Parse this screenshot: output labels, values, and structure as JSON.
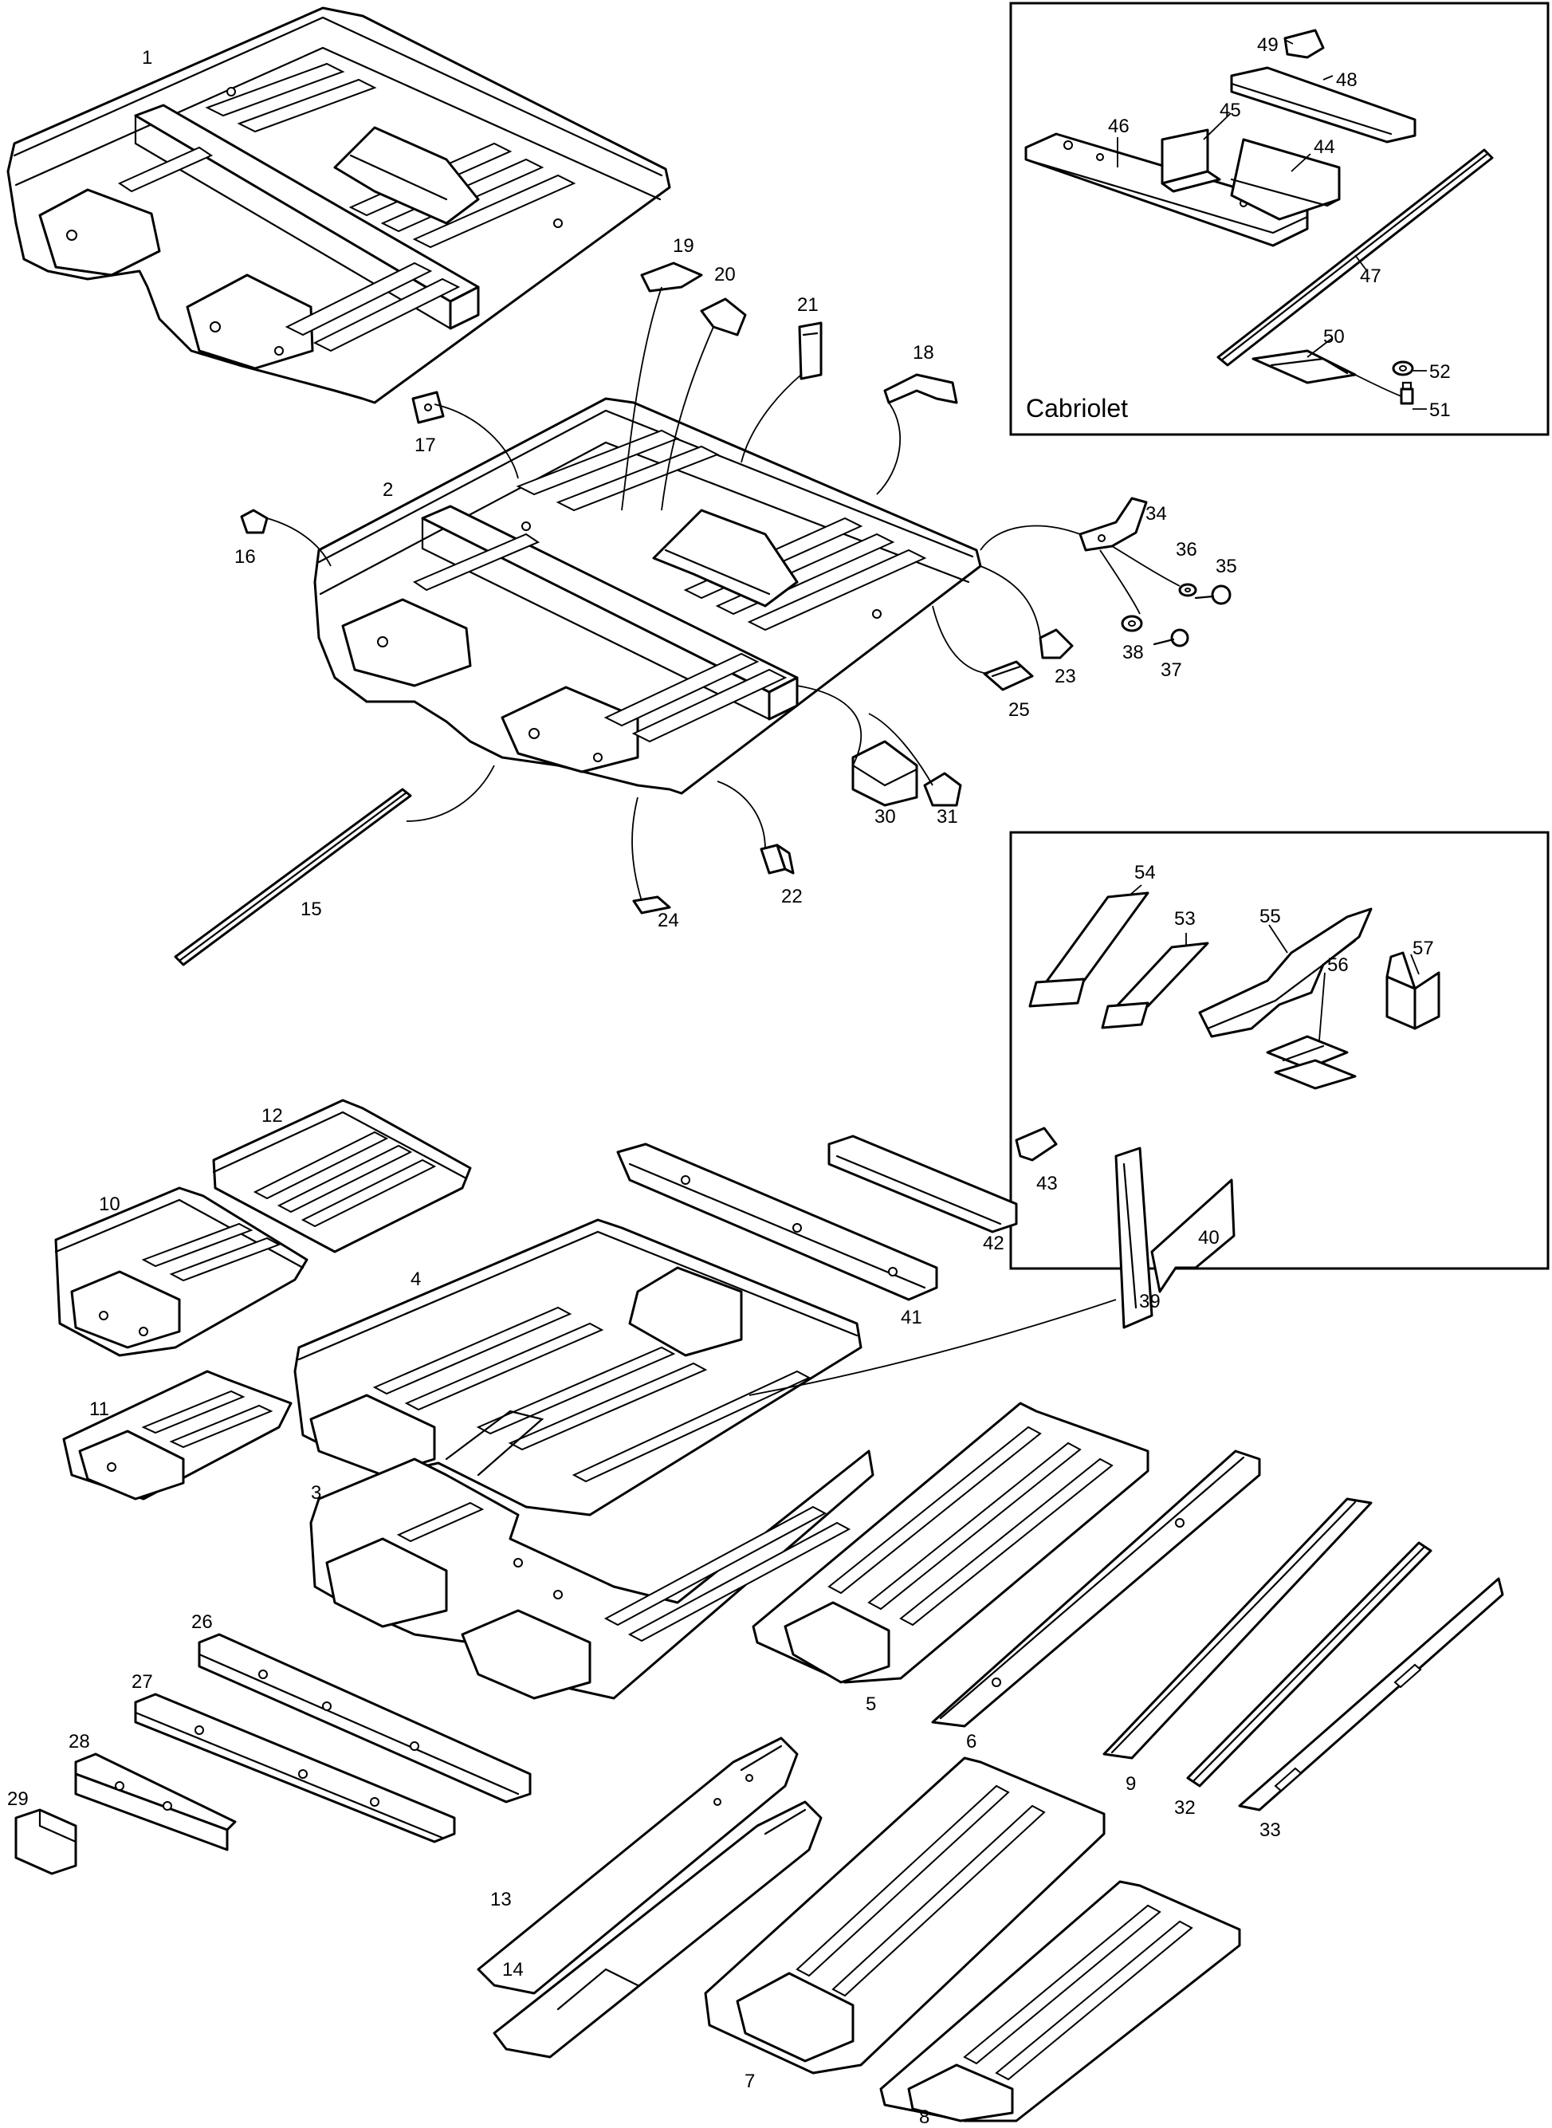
{
  "inset_title": "Cabriolet",
  "callouts": {
    "c1": "1",
    "c2": "2",
    "c3": "3",
    "c4": "4",
    "c5": "5",
    "c6": "6",
    "c7": "7",
    "c8": "8",
    "c9": "9",
    "c10": "10",
    "c11": "11",
    "c12": "12",
    "c13": "13",
    "c14": "14",
    "c15": "15",
    "c16": "16",
    "c17": "17",
    "c18": "18",
    "c19": "19",
    "c20": "20",
    "c21": "21",
    "c22": "22",
    "c23": "23",
    "c24": "24",
    "c25": "25",
    "c26": "26",
    "c27": "27",
    "c28": "28",
    "c29": "29",
    "c30": "30",
    "c31": "31",
    "c32": "32",
    "c33": "33",
    "c34": "34",
    "c35": "35",
    "c36": "36",
    "c37": "37",
    "c38": "38",
    "c39": "39",
    "c40": "40",
    "c41": "41",
    "c42": "42",
    "c43": "43",
    "c44": "44",
    "c45": "45",
    "c46": "46",
    "c47": "47",
    "c48": "48",
    "c49": "49",
    "c50": "50",
    "c51": "51",
    "c52": "52",
    "c53": "53",
    "c54": "54",
    "c55": "55",
    "c56": "56",
    "c57": "57"
  }
}
